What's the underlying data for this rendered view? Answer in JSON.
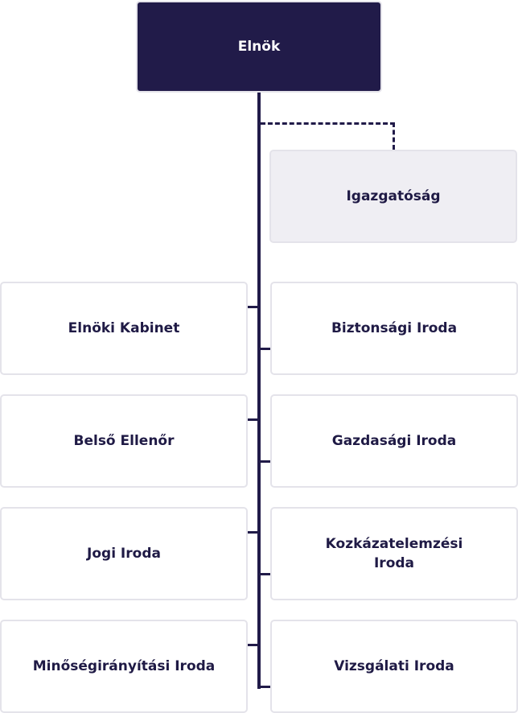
{
  "chart": {
    "root": "Elnök",
    "staff": "Igazgatóság",
    "left": [
      "Elnöki Kabinet",
      "Belső Ellenőr",
      "Jogi Iroda",
      "Minőségirányítási Iroda"
    ],
    "right": [
      "Biztonsági Iroda",
      "Gazdasági Iroda",
      "Kozkázatelemzési Iroda",
      "Vizsgálati Iroda"
    ]
  },
  "colors": {
    "primary": "#211b49",
    "staff_bg": "#efeef3",
    "border": "#e4e3ea"
  }
}
